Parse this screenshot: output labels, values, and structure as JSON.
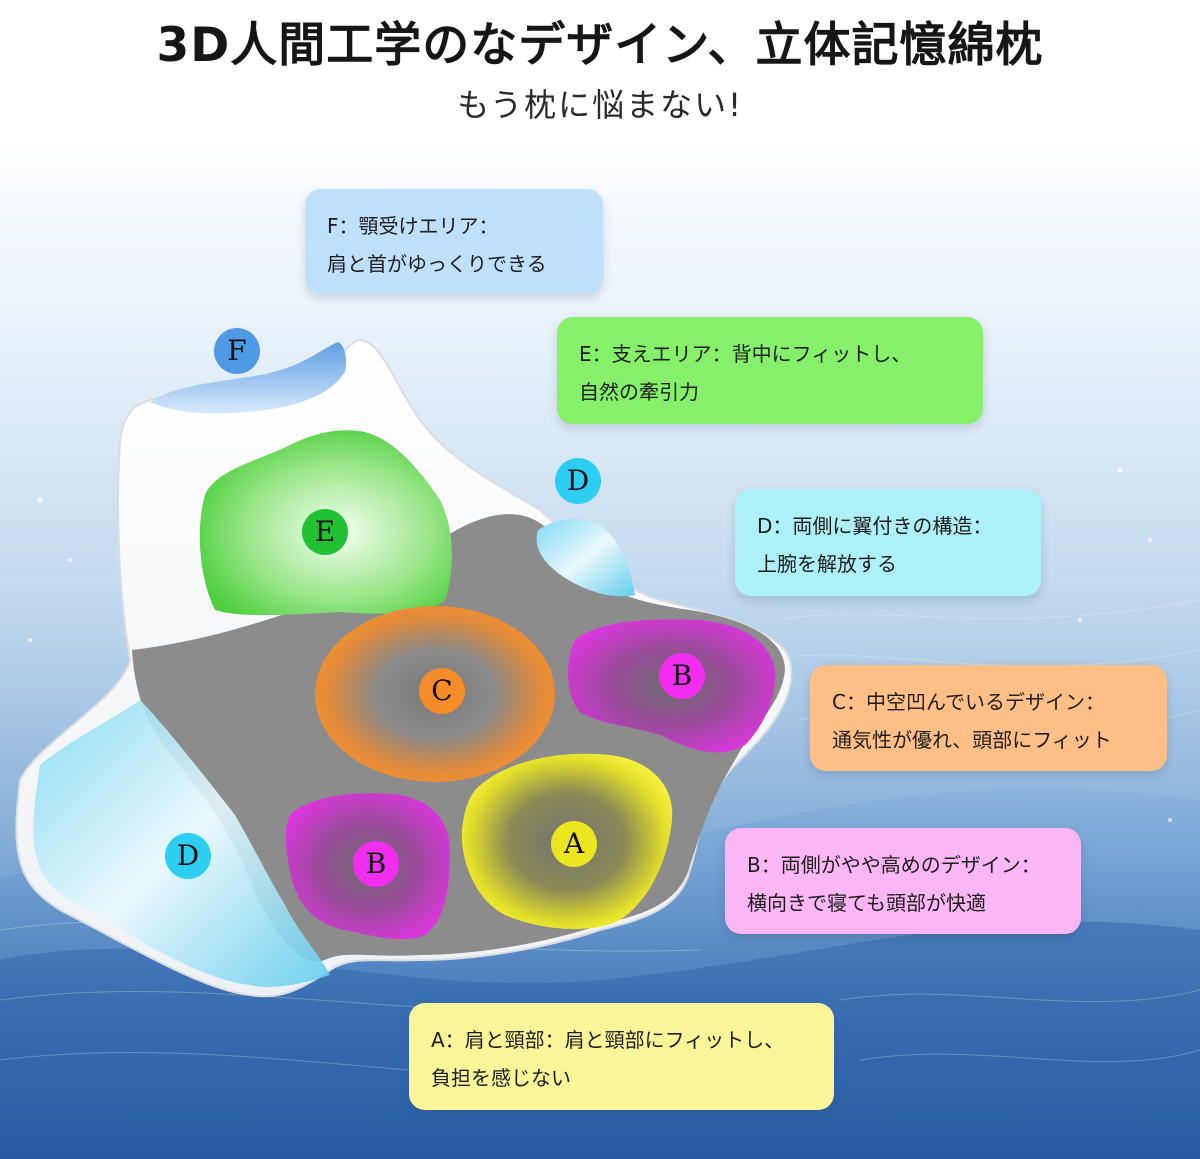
{
  "header": {
    "title": "3D人間工学のなデザイン、立体記憶綿枕",
    "subtitle": "もう枕に悩まない!"
  },
  "callouts": {
    "f": {
      "line1": "F：顎受けエリア：",
      "line2": "肩と首がゆっくりできる",
      "color": "#bfe0fb"
    },
    "e": {
      "line1": "E：支えエリア：背中にフィットし、",
      "line2": "自然の牽引力",
      "color": "#86f06b"
    },
    "d": {
      "line1": "D：両側に翼付きの構造：",
      "line2": "上腕を解放する",
      "color": "#aef0f8"
    },
    "c": {
      "line1": "C：中空凹んでいるデザイン：",
      "line2": "通気性が優れ、頭部にフィット",
      "color": "#ffbf86"
    },
    "b": {
      "line1": "B：両側がやや高めのデザイン：",
      "line2": "横向きで寝ても頭部が快適",
      "color": "#fbb6f5"
    },
    "a": {
      "line1": "A：肩と頸部：肩と頸部にフィットし、",
      "line2": "負担を感じない",
      "color": "#fbf59a"
    }
  },
  "badges": {
    "f": "F",
    "d_top": "D",
    "e": "E",
    "c": "C",
    "b_right": "B",
    "a": "A",
    "b_left": "B",
    "d_left": "D"
  },
  "zone_colors": {
    "a": "#ece620",
    "b": "#f12ef0",
    "c": "#f68b2a",
    "d": "#2ccff2",
    "e": "#22c033",
    "f": "#4f9ae5"
  }
}
